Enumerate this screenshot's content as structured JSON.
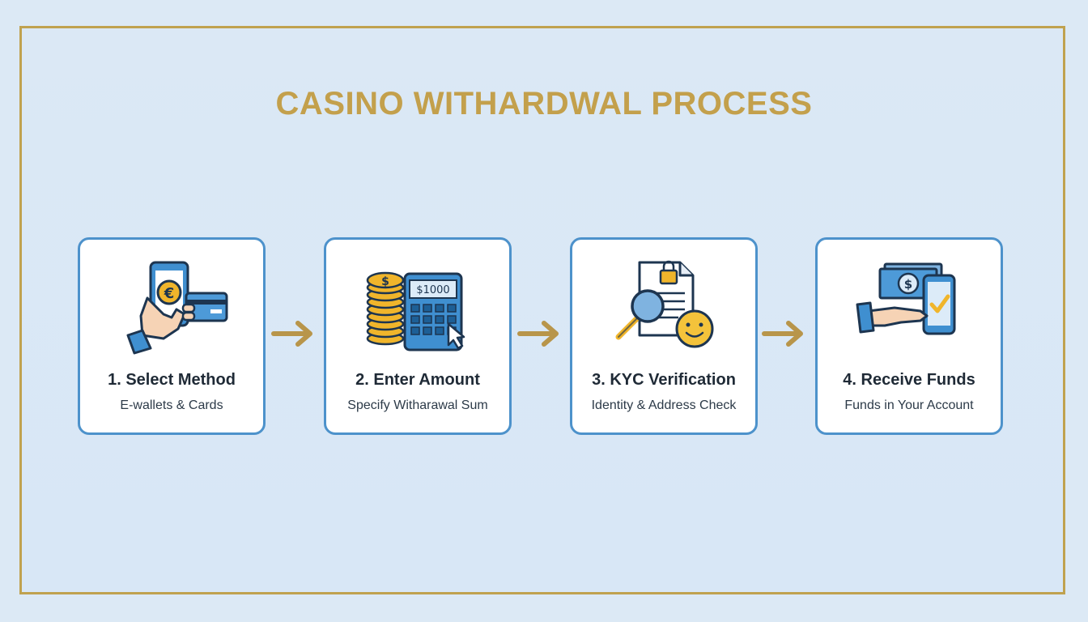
{
  "title": "CASINO WITHARDWAL PROCESS",
  "colors": {
    "accent": "#c3a04c",
    "card_border": "#4d92cb",
    "background": "#dce9f5"
  },
  "steps": [
    {
      "heading": "1. Select Method",
      "sub": "E-wallets & Cards",
      "icon": "phone-card-icon",
      "badge": "€"
    },
    {
      "heading": "2. Enter Amount",
      "sub": "Specify Witharawal Sum",
      "icon": "coins-calculator-icon",
      "badge": "$1000"
    },
    {
      "heading": "3. KYC Verification",
      "sub": "Identity & Address Check",
      "icon": "document-magnifier-icon",
      "badge": ""
    },
    {
      "heading": "4. Receive Funds",
      "sub": "Funds in Your Account",
      "icon": "hand-cash-phone-icon",
      "badge": "$"
    }
  ]
}
